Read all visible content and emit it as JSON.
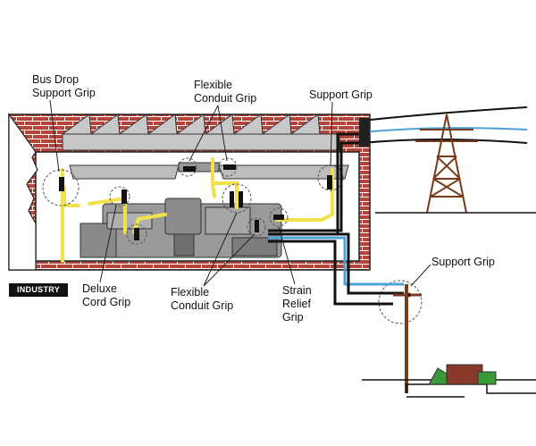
{
  "badge": "INDUSTRY",
  "labels": {
    "bus_drop": [
      "Bus Drop",
      "Support Grip"
    ],
    "flexible_conduit_top": [
      "Flexible",
      "Conduit Grip"
    ],
    "support_grip_top": "Support Grip",
    "support_grip_right": "Support Grip",
    "deluxe_cord": [
      "Deluxe",
      "Cord Grip"
    ],
    "flexible_conduit_bottom": [
      "Flexible",
      "Conduit Grip"
    ],
    "strain_relief": [
      "Strain",
      "Relief",
      "Grip"
    ]
  },
  "colors": {
    "brick": "#b5443a",
    "mortar": "#ffffff",
    "machine": "#9a9a9a",
    "machine_dark": "#6f6f6f",
    "roof": "#c8c8c8",
    "yellow_cord": "#f2e24a",
    "cable_black": "#111111",
    "cable_blue": "#4aa3d8",
    "tower": "#7a3b1c",
    "house": "#8a3a2a",
    "tree": "#3a9a3a"
  }
}
